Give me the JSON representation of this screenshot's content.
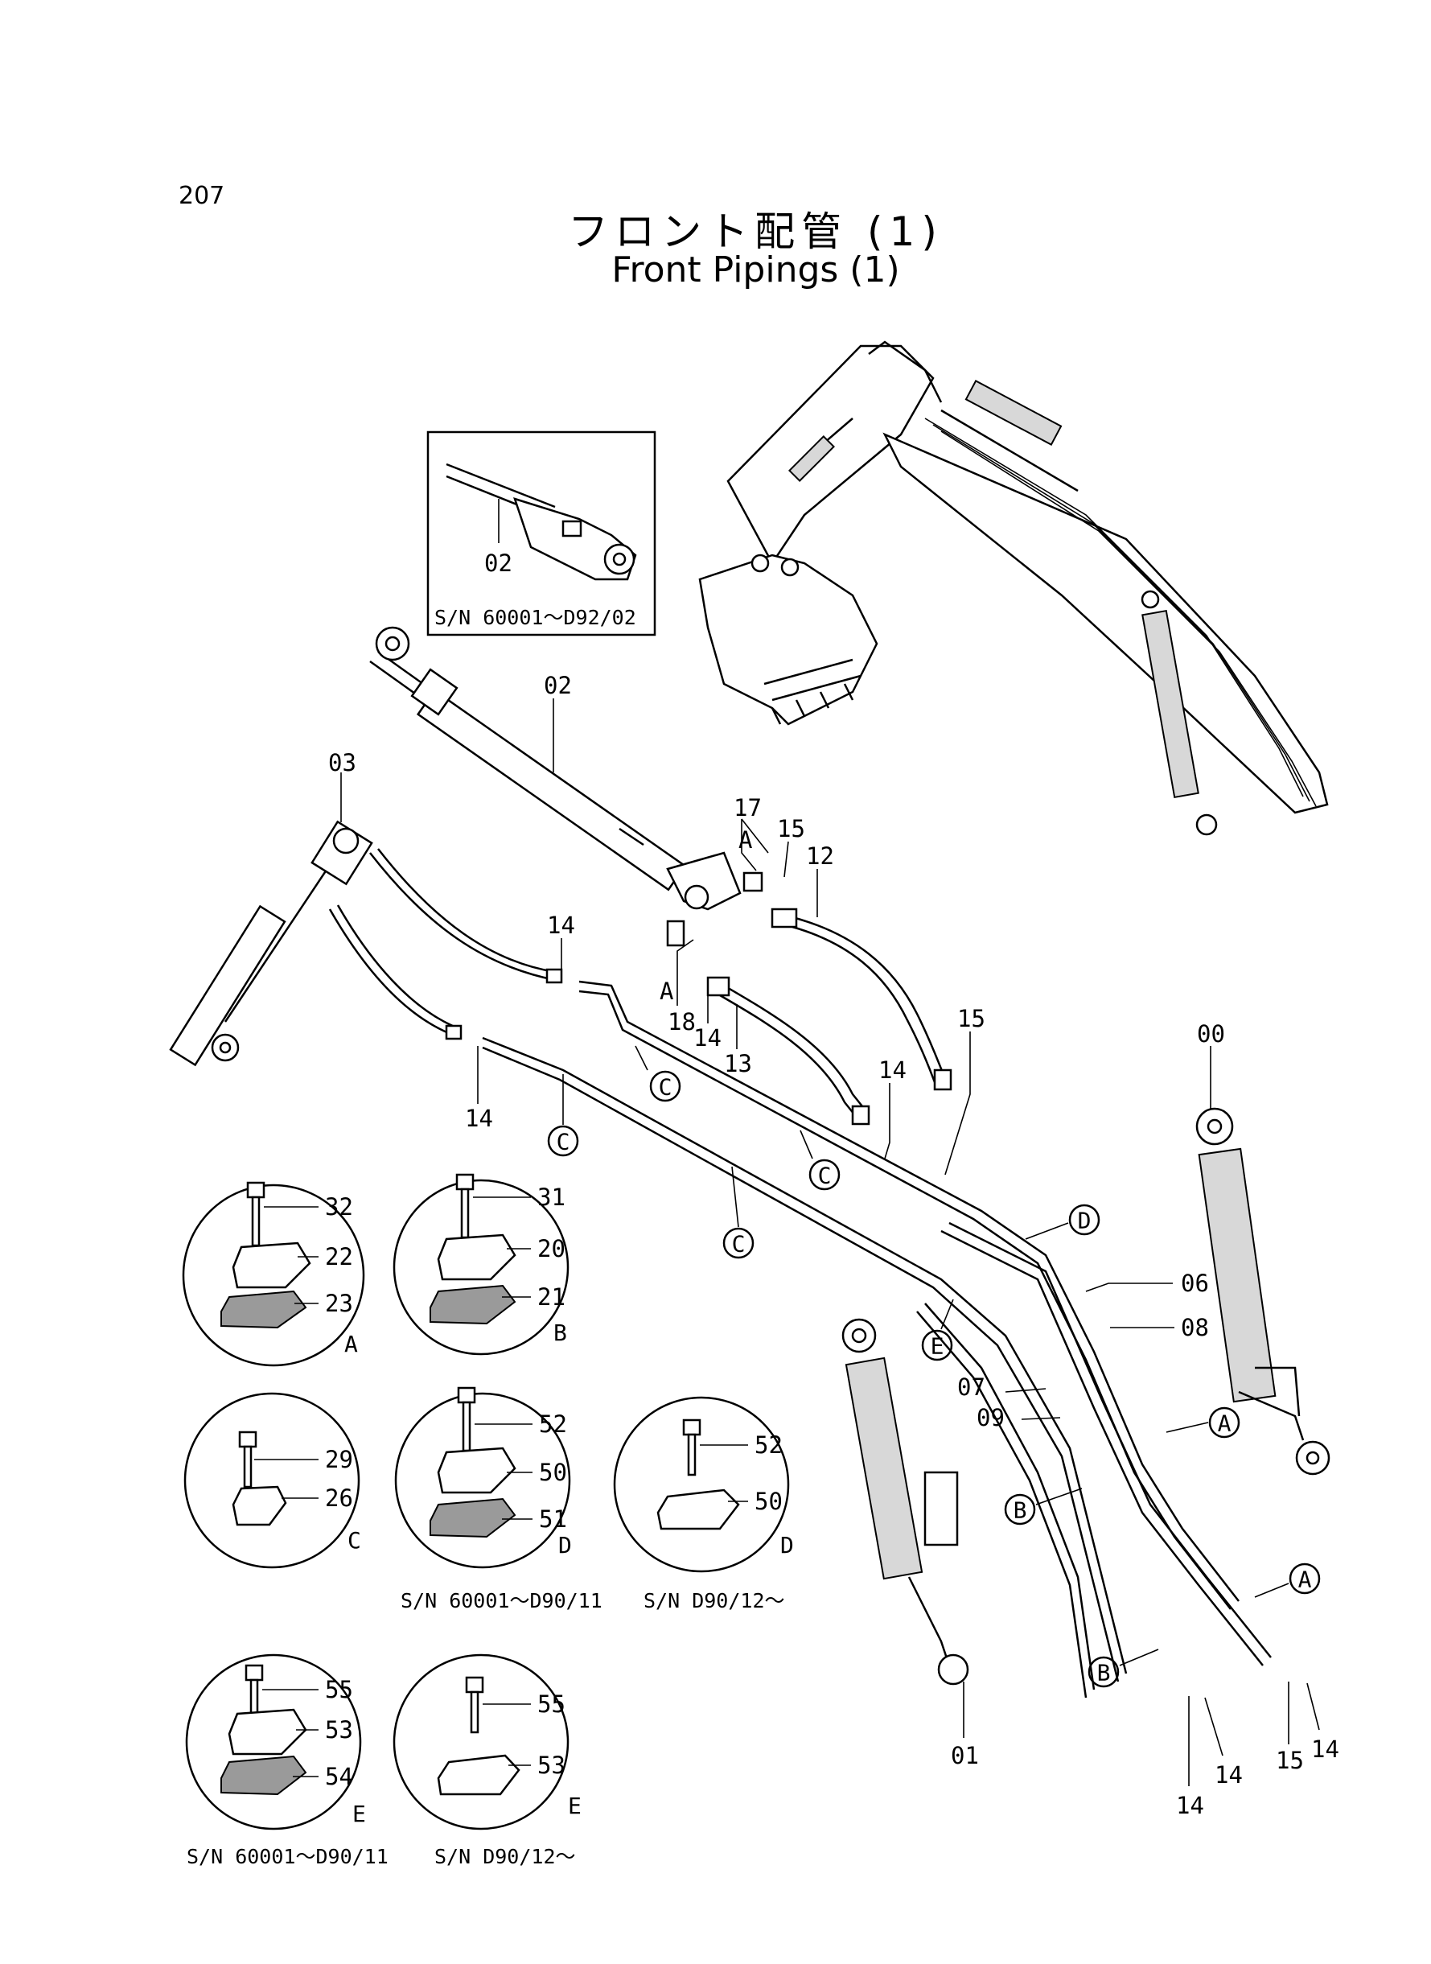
{
  "page_number": "207",
  "title_jp": "フロント配管 (1)",
  "title_en": "Front Pipings (1)",
  "inset_top": {
    "part": "02",
    "sn": "S/N 60001～D92/02"
  },
  "callouts": {
    "p00": "00",
    "p01": "01",
    "p02": "02",
    "p03": "03",
    "p06": "06",
    "p07": "07",
    "p08": "08",
    "p09": "09",
    "p12": "12",
    "p13": "13",
    "p14a": "14",
    "p14b": "14",
    "p14c": "14",
    "p14d": "14",
    "p14e": "14",
    "p14f": "14",
    "p14g": "14",
    "p15a": "15",
    "p15b": "15",
    "p15c": "15",
    "p17": "17",
    "p18": "18",
    "refA1": "A",
    "refA2": "A"
  },
  "clamp_refs": {
    "c1": "C",
    "c2": "C",
    "c3": "C",
    "c4": "C",
    "d1": "D",
    "e1": "E",
    "a1": "A",
    "a2": "A",
    "b1": "B",
    "b2": "B"
  },
  "detail_insets": [
    {
      "letter": "A",
      "parts": [
        "32",
        "22",
        "23"
      ]
    },
    {
      "letter": "B",
      "parts": [
        "31",
        "20",
        "21"
      ]
    },
    {
      "letter": "C",
      "parts": [
        "29",
        "26"
      ]
    },
    {
      "letter": "D",
      "parts": [
        "52",
        "50",
        "51"
      ]
    },
    {
      "letter": "D",
      "parts": [
        "52",
        "50"
      ]
    },
    {
      "letter": "E",
      "parts": [
        "55",
        "53",
        "54"
      ]
    },
    {
      "letter": "E",
      "parts": [
        "55",
        "53"
      ]
    }
  ],
  "serial_notes": {
    "d_old": "S/N 60001～D90/11",
    "d_new": "S/N D90/12～",
    "e_old": "S/N 60001～D90/11",
    "e_new": "S/N D90/12～"
  }
}
